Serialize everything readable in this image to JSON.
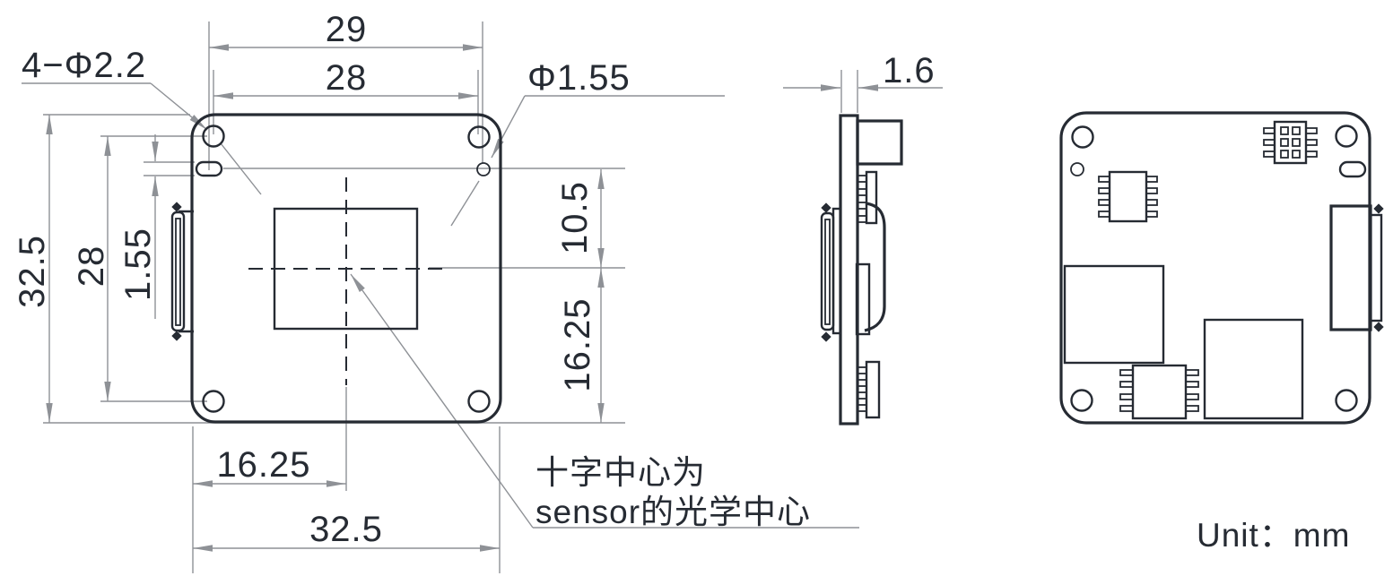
{
  "colors": {
    "outline": "#262b33",
    "dim_line": "#8e9196",
    "text": "#262b33",
    "background": "#ffffff"
  },
  "front_view": {
    "dim_locating_hole_span": "29",
    "dim_mount_hole_span": "28",
    "label_corner_holes": "4−Φ2.2",
    "label_locating_hole": "Φ1.55",
    "dim_board_height": "32.5",
    "dim_mount_hole_height": "28",
    "dim_slot_height": "1.55",
    "dim_hole_line_to_center": "10.5",
    "dim_center_to_bottom": "16.25",
    "dim_left_to_center": "16.25",
    "dim_board_width": "32.5",
    "note_line1": "十字中心为",
    "note_line2": "sensor的光学中心"
  },
  "side_view": {
    "dim_pcb_thickness": "1.6"
  },
  "footer": {
    "unit_label": "Unit：mm"
  }
}
